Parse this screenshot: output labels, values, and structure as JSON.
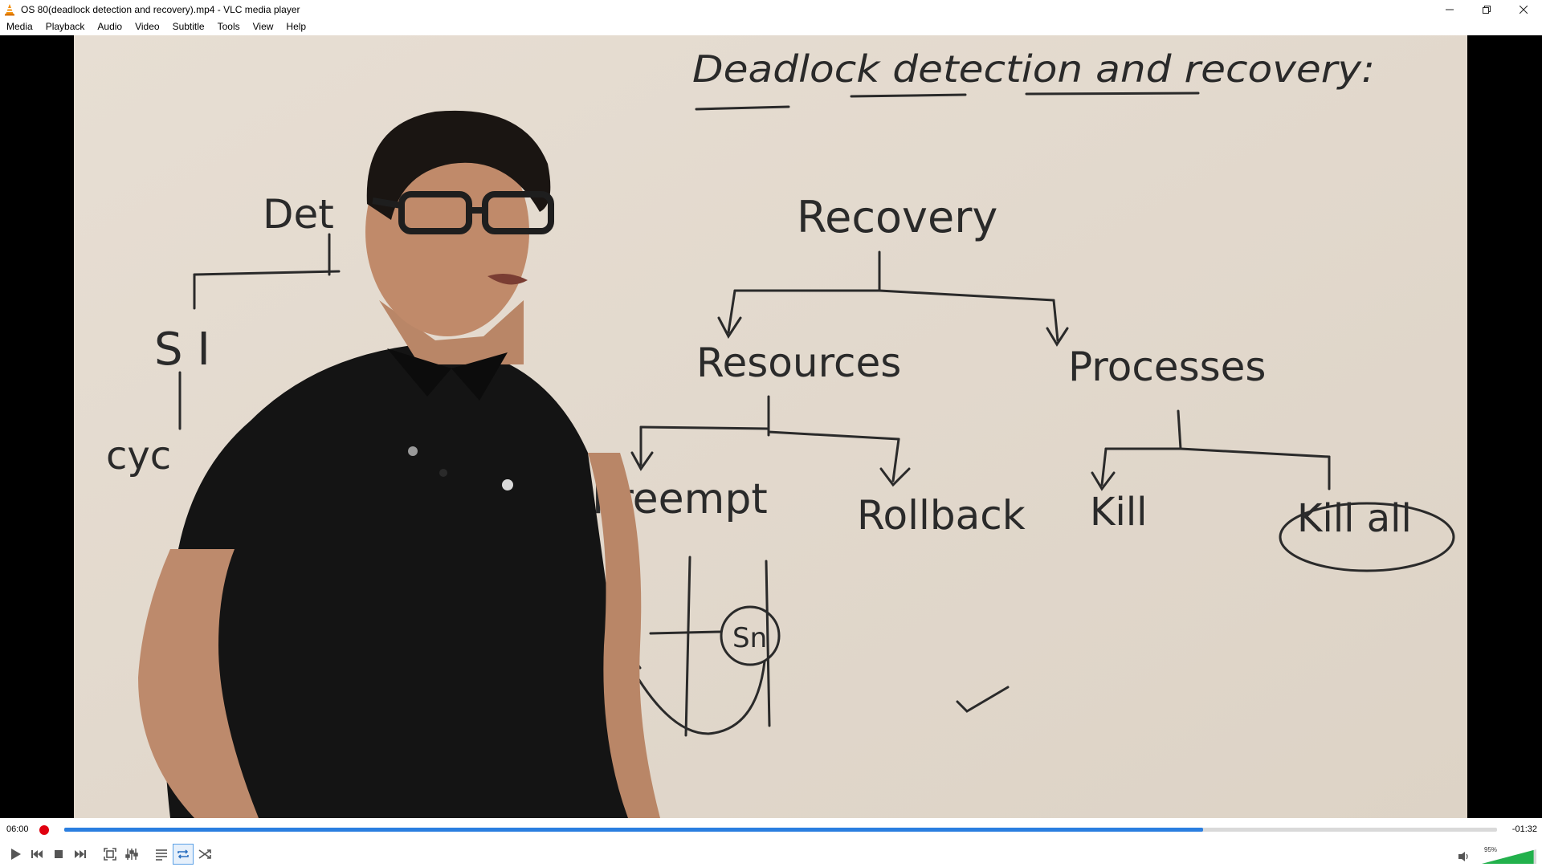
{
  "window": {
    "title": "OS 80(deadlock detection and recovery).mp4 - VLC media player",
    "app_icon": "vlc-cone-icon"
  },
  "menu": [
    "Media",
    "Playback",
    "Audio",
    "Video",
    "Subtitle",
    "Tools",
    "View",
    "Help"
  ],
  "board": {
    "heading": "Deadlock detection and recovery:",
    "left_fragment": "Det",
    "si": "S I",
    "cyc": "cyc",
    "recovery": "Recovery",
    "resources": "Resources",
    "processes": "Processes",
    "preempt": "Preempt",
    "rollback": "Rollback",
    "kill": "Kill",
    "kill_all": "Kill all",
    "s1": "S1",
    "sn": "Sn"
  },
  "playback": {
    "elapsed": "06:00",
    "remaining": "-01:32",
    "progress": 0.795,
    "volume_label": "95%",
    "volume": 0.95,
    "loop_active": true
  },
  "colors": {
    "accent": "#2a7ee0",
    "record": "#e0000f"
  }
}
